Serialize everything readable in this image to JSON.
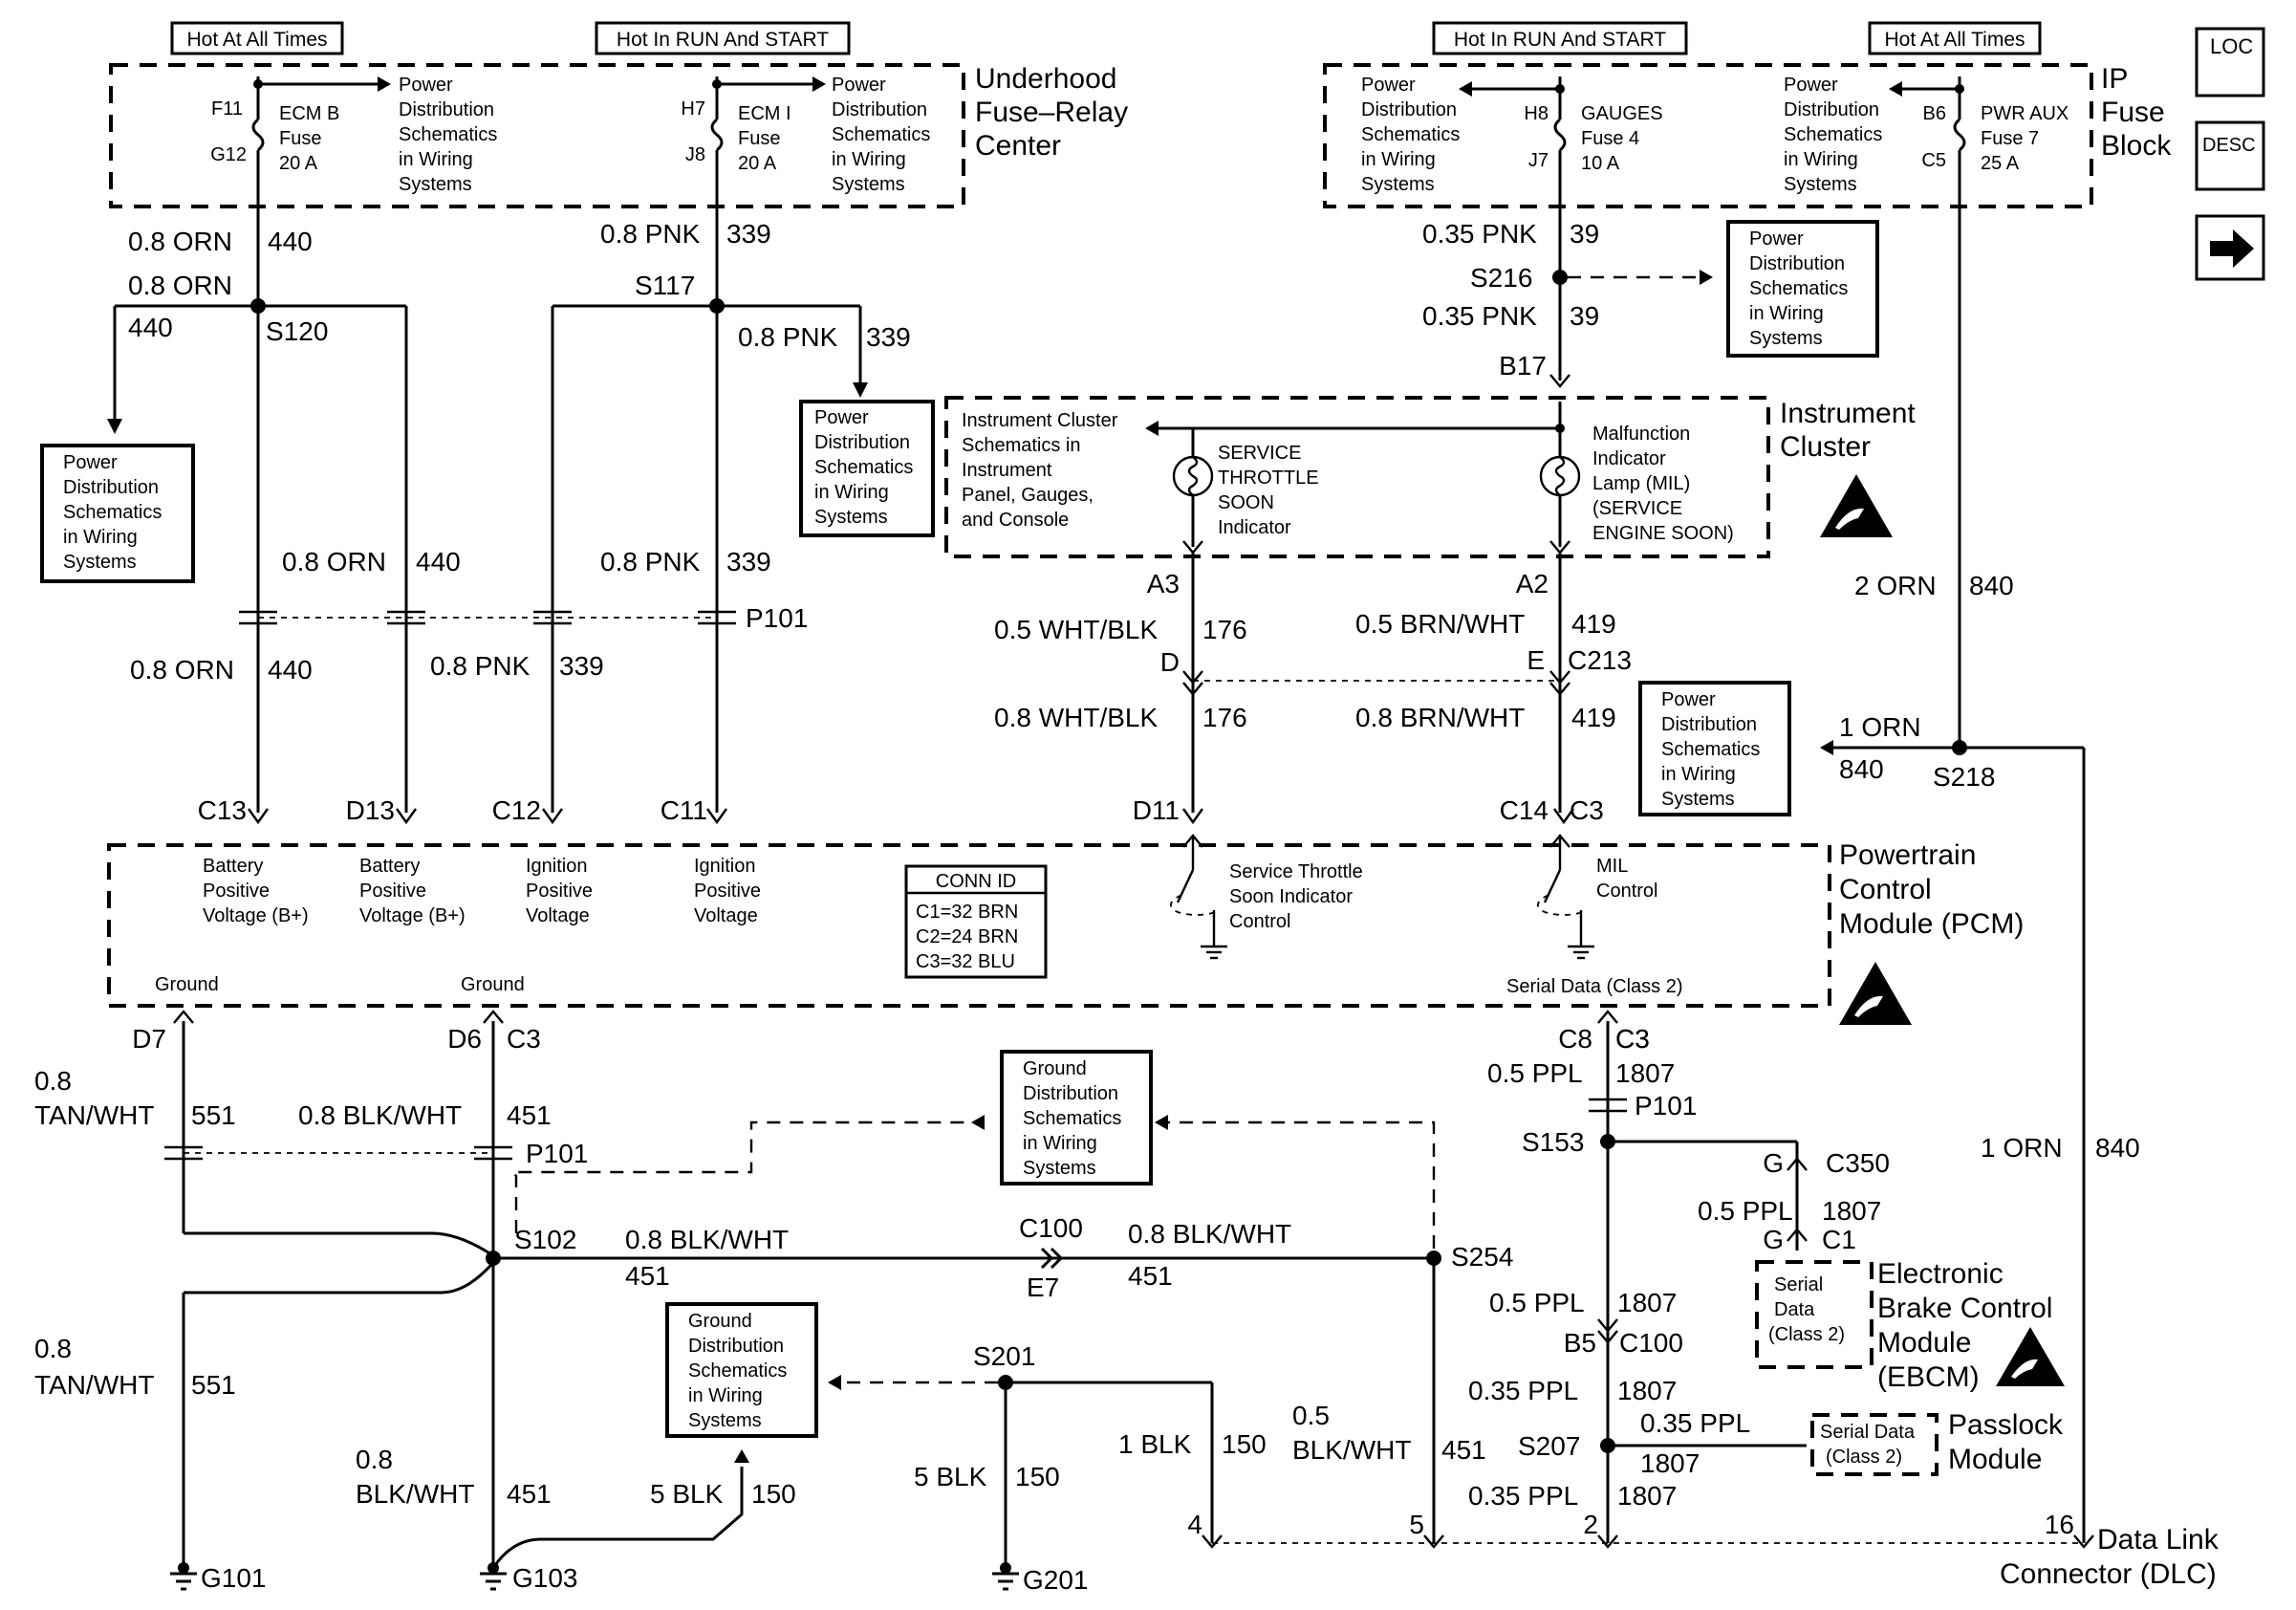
{
  "fuse_headers": {
    "hot_all_1": "Hot At All Times",
    "hot_run_1": "Hot In RUN And START",
    "hot_run_2": "Hot In RUN And START",
    "hot_all_2": "Hot At All Times"
  },
  "side_icons": {
    "loc": "LOC",
    "desc": "DESC",
    "next_arrow": "arrow-right-icon"
  },
  "underhood": {
    "name_lines": [
      "Underhood",
      "Fuse–Relay",
      "Center"
    ],
    "ecmb": {
      "in_pin": "F11",
      "out_pin": "G12",
      "lines": [
        "ECM B",
        "Fuse",
        "20 A"
      ]
    },
    "ecmi": {
      "in_pin": "H7",
      "out_pin": "J8",
      "lines": [
        "ECM I",
        "Fuse",
        "20 A"
      ]
    }
  },
  "ip_block": {
    "name_lines": [
      "IP",
      "Fuse",
      "Block"
    ],
    "gauges": {
      "in_pin": "H8",
      "out_pin": "J7",
      "lines": [
        "GAUGES",
        "Fuse 4",
        "10 A"
      ]
    },
    "pwraux": {
      "in_pin": "B6",
      "out_pin": "C5",
      "lines": [
        "PWR AUX",
        "Fuse 7",
        "25 A"
      ]
    }
  },
  "schematic_ref": {
    "power_lines": [
      "Power",
      "Distribution",
      "Schematics",
      "in Wiring",
      "Systems"
    ],
    "ground_lines": [
      "Ground",
      "Distribution",
      "Schematics",
      "in Wiring",
      "Systems"
    ]
  },
  "cluster": {
    "name_lines": [
      "Instrument",
      "Cluster"
    ],
    "ref_lines": [
      "Instrument Cluster",
      "Schematics in",
      "Instrument",
      "Panel, Gauges,",
      "and Console"
    ],
    "sts_lines": [
      "SERVICE",
      "THROTTLE",
      "SOON",
      "Indicator"
    ],
    "mil_lines": [
      "Malfunction",
      "Indicator",
      "Lamp (MIL)",
      "(SERVICE",
      "ENGINE SOON)"
    ],
    "pin_a3": "A3",
    "pin_a2": "A2",
    "pin_b17": "B17"
  },
  "pcm": {
    "name_lines": [
      "Powertrain",
      "Control",
      "Module (PCM)"
    ],
    "inputs": [
      [
        "Battery",
        "Positive",
        "Voltage (B+)"
      ],
      [
        "Battery",
        "Positive",
        "Voltage (B+)"
      ],
      [
        "Ignition",
        "Positive",
        "Voltage"
      ],
      [
        "Ignition",
        "Positive",
        "Voltage"
      ]
    ],
    "ground_1": "Ground",
    "ground_2": "Ground",
    "conn_id": {
      "title": "CONN ID",
      "rows": [
        "C1=32 BRN",
        "C2=24 BRN",
        "C3=32 BLU"
      ]
    },
    "sts_lines": [
      "Service Throttle",
      "Soon Indicator",
      "Control"
    ],
    "mil_lines": [
      "MIL",
      "Control"
    ],
    "serial": "Serial Data (Class 2)",
    "pins_top": [
      "C13",
      "D13",
      "C12",
      "C11",
      "D11",
      "C14",
      "C3"
    ],
    "pins_bottom": [
      "D7",
      "D6",
      "C3",
      "C8",
      "C3"
    ]
  },
  "wires": {
    "w_08orn_440_a": {
      "color": "0.8 ORN",
      "circuit": "440"
    },
    "w_08orn_440_b": {
      "color": "0.8 ORN",
      "circuit": ""
    },
    "w_440_branch": "440",
    "s120": "S120",
    "w_08pnk_339_a": {
      "color": "0.8 PNK",
      "circuit": "339"
    },
    "s117": "S117",
    "w_08pnk_339_b": {
      "color": "0.8 PNK",
      "circuit": "339"
    },
    "w_08orn_440_c": {
      "color": "0.8 ORN",
      "circuit": "440"
    },
    "w_08pnk_339_c": {
      "color": "0.8 PNK",
      "circuit": "339"
    },
    "p101_a": "P101",
    "w_08orn_440_d": {
      "color": "0.8 ORN",
      "circuit": "440"
    },
    "w_08pnk_339_d": {
      "color": "0.8 PNK",
      "circuit": "339"
    },
    "w_035pnk_39_a": {
      "color": "0.35 PNK",
      "circuit": "39"
    },
    "s216": "S216",
    "w_035pnk_39_b": {
      "color": "0.35 PNK",
      "circuit": "39"
    },
    "w_05whtblk_176": {
      "color": "0.5 WHT/BLK",
      "circuit": "176"
    },
    "w_05brnwht_419": {
      "color": "0.5 BRN/WHT",
      "circuit": "419"
    },
    "c213_d": "D",
    "c213_e": "E",
    "c213": "C213",
    "w_08whtblk_176": {
      "color": "0.8 WHT/BLK",
      "circuit": "176"
    },
    "w_08brnwht_419": {
      "color": "0.8 BRN/WHT",
      "circuit": "419"
    },
    "w_2orn_840": {
      "color": "2 ORN",
      "circuit": "840"
    },
    "w_1orn_840_a": {
      "color": "1 ORN",
      "circuit": "840"
    },
    "s218": "S218",
    "w_08tanwht_551_a": {
      "color_lines": [
        "0.8",
        "TAN/WHT"
      ],
      "circuit": "551"
    },
    "w_08blkwht_451_a": {
      "color": "0.8 BLK/WHT",
      "circuit": "451"
    },
    "p101_b": "P101",
    "s102": "S102",
    "w_08blkwht_451_b": {
      "color": "0.8 BLK/WHT",
      "circuit": "451"
    },
    "c100": "C100",
    "c100_e7": "E7",
    "w_08blkwht_451_c": {
      "color": "0.8 BLK/WHT",
      "circuit": "451"
    },
    "s254": "S254",
    "w_08tanwht_551_b": {
      "color_lines": [
        "0.8",
        "TAN/WHT"
      ],
      "circuit": "551"
    },
    "w_08blkwht_451_d": {
      "color_lines": [
        "0.8",
        "BLK/WHT"
      ],
      "circuit": "451"
    },
    "w_5blk_150_a": {
      "color": "5 BLK",
      "circuit": "150"
    },
    "s201": "S201",
    "w_5blk_150_b": {
      "color": "5 BLK",
      "circuit": "150"
    },
    "w_1blk_150": {
      "color": "1 BLK",
      "circuit": "150"
    },
    "w_05blkwht_451": {
      "color_lines": [
        "0.5",
        "BLK/WHT"
      ],
      "circuit": "451"
    },
    "w_05ppl_1807_a": {
      "color": "0.5 PPL",
      "circuit": "1807"
    },
    "p101_c": "P101",
    "s153": "S153",
    "c350_g": "G",
    "c350": "C350",
    "w_05ppl_1807_b": {
      "color": "0.5 PPL",
      "circuit": "1807"
    },
    "c1_g": "G",
    "c1": "C1",
    "w_05ppl_1807_c": {
      "color": "0.5 PPL",
      "circuit": "1807"
    },
    "c100_b5": "B5",
    "c100_b": "C100",
    "w_035ppl_1807_a": {
      "color": "0.35 PPL",
      "circuit": "1807"
    },
    "s207": "S207",
    "w_035ppl_1807_b": {
      "color": "0.35 PPL",
      "circuit": "1807"
    },
    "w_035ppl_1807_c": {
      "color": "0.35 PPL",
      "circuit": "1807"
    },
    "w_1orn_840_b": {
      "color": "1 ORN",
      "circuit": "840"
    }
  },
  "ebcm": {
    "name_lines": [
      "Electronic",
      "Brake Control",
      "Module",
      "(EBCM)"
    ],
    "serial_lines": [
      "Serial",
      "Data",
      "(Class 2)"
    ]
  },
  "passlock": {
    "name_lines": [
      "Passlock",
      "Module"
    ],
    "serial_lines": [
      "Serial Data",
      "(Class 2)"
    ]
  },
  "dlc": {
    "name_lines": [
      "Data Link",
      "Connector (DLC)"
    ],
    "pins": [
      "4",
      "5",
      "2",
      "16"
    ]
  },
  "grounds": [
    "G101",
    "G103",
    "G201"
  ]
}
